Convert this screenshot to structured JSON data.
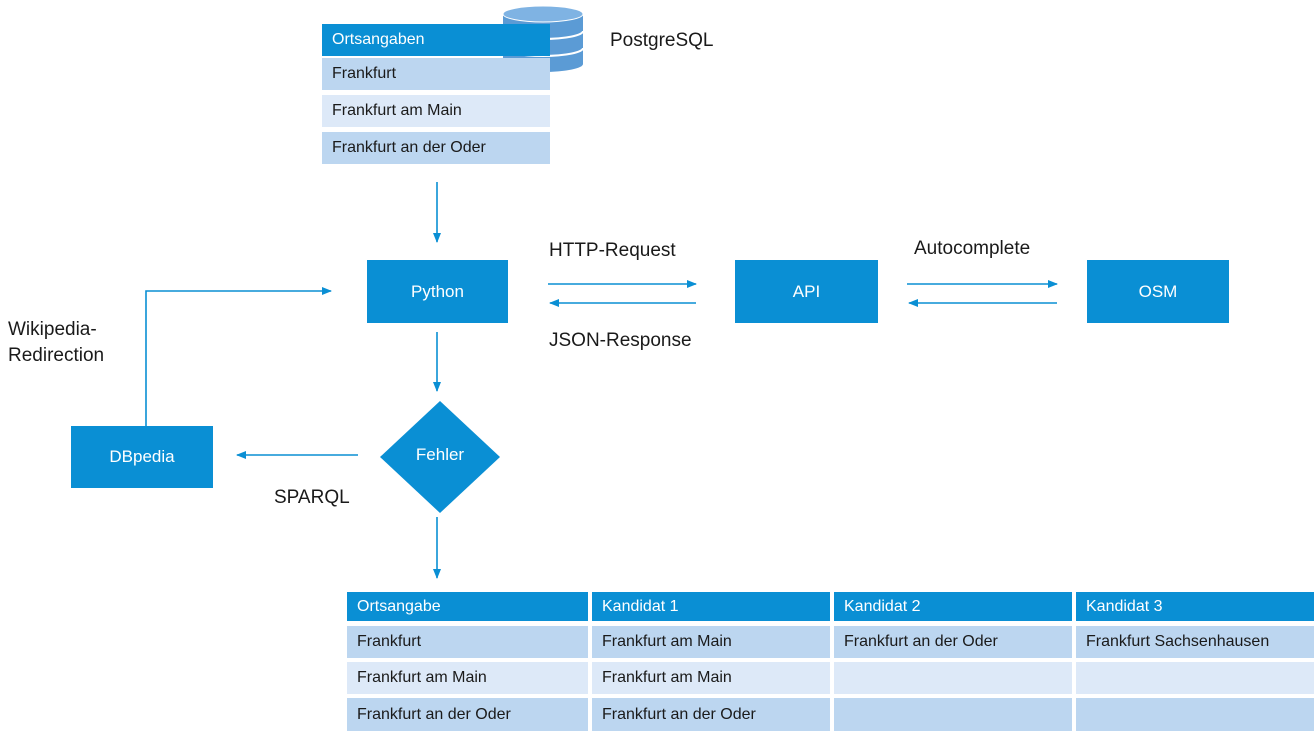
{
  "top_table": {
    "header": "Ortsangaben",
    "rows": [
      "Frankfurt",
      "Frankfurt am Main",
      "Frankfurt an der Oder"
    ]
  },
  "database": {
    "label": "PostgreSQL",
    "icon": "database-icon"
  },
  "nodes": {
    "python": "Python",
    "api": "API",
    "osm": "OSM",
    "dbpedia": "DBpedia",
    "fehler": "Fehler"
  },
  "edge_labels": {
    "http_request": "HTTP-Request",
    "json_response": "JSON-Response",
    "autocomplete": "Autocomplete",
    "sparql": "SPARQL",
    "wikipedia_redirection_line1": "Wikipedia-",
    "wikipedia_redirection_line2": "Redirection"
  },
  "result_table": {
    "headers": [
      "Ortsangabe",
      "Kandidat 1",
      "Kandidat 2",
      "Kandidat 3"
    ],
    "rows": [
      [
        "Frankfurt",
        "Frankfurt am Main",
        "Frankfurt an der Oder",
        "Frankfurt Sachsenhausen"
      ],
      [
        "Frankfurt am Main",
        "Frankfurt am Main",
        "",
        ""
      ],
      [
        "Frankfurt an der Oder",
        "Frankfurt an der Oder",
        "",
        ""
      ]
    ]
  },
  "colors": {
    "accent": "#0a8fd4",
    "row_dark": "#bcd6f0",
    "row_light": "#dde9f8",
    "db_blue": "#5b9bd5"
  }
}
